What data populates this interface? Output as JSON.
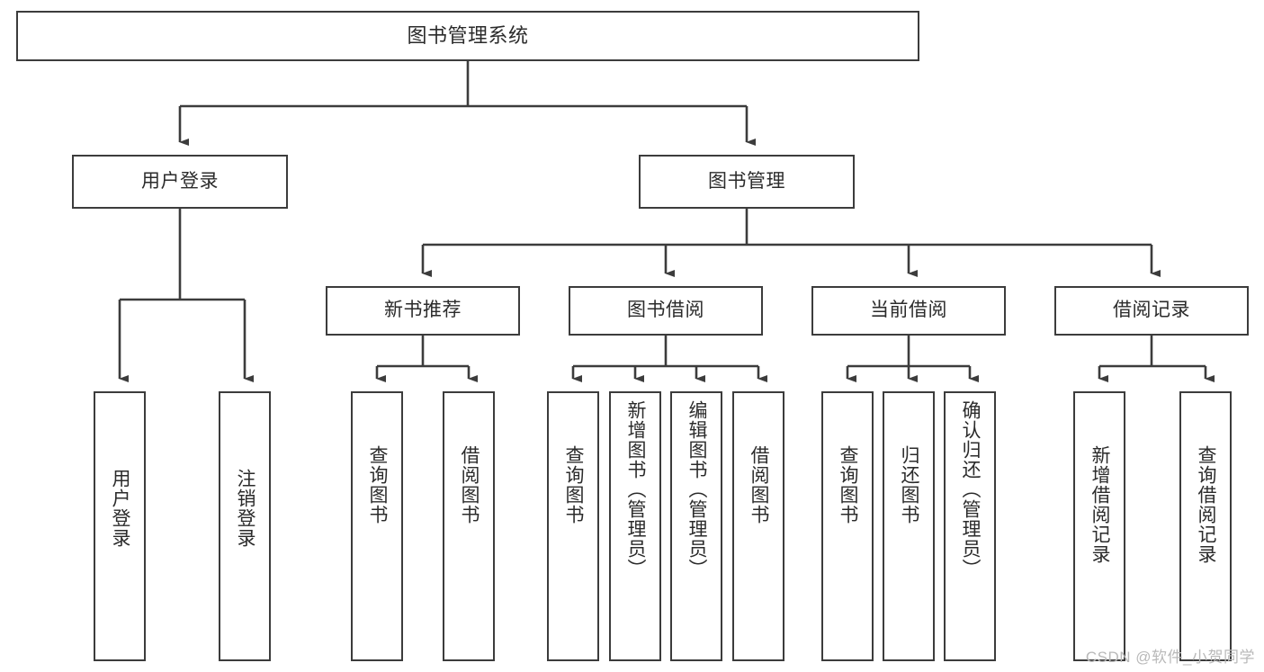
{
  "diagram": {
    "title": "图书管理系统",
    "type": "tree",
    "root": {
      "label": "图书管理系统"
    },
    "level2": [
      {
        "label": "用户登录"
      },
      {
        "label": "图书管理"
      }
    ],
    "level3": [
      {
        "label": "新书推荐"
      },
      {
        "label": "图书借阅"
      },
      {
        "label": "当前借阅"
      },
      {
        "label": "借阅记录"
      }
    ],
    "leaves": {
      "user_login": [
        {
          "label": "用户登录"
        },
        {
          "label": "注销登录"
        }
      ],
      "new_book_recommend": [
        {
          "label": "查询图书"
        },
        {
          "label": "借阅图书"
        }
      ],
      "book_borrow": [
        {
          "label": "查询图书"
        },
        {
          "label": "新增图书（管理员）"
        },
        {
          "label": "编辑图书（管理员）"
        },
        {
          "label": "借阅图书"
        }
      ],
      "current_borrow": [
        {
          "label": "查询图书"
        },
        {
          "label": "归还图书"
        },
        {
          "label": "确认归还（管理员）"
        }
      ],
      "borrow_record": [
        {
          "label": "新增借阅记录"
        },
        {
          "label": "查询借阅记录"
        }
      ]
    }
  },
  "watermark": {
    "text": "CSDN @软件_小贺同学"
  },
  "colors": {
    "stroke": "#3c3c3c",
    "fill": "#ffffff",
    "text": "#2b2b2b",
    "watermark": "#b9b9b9"
  }
}
